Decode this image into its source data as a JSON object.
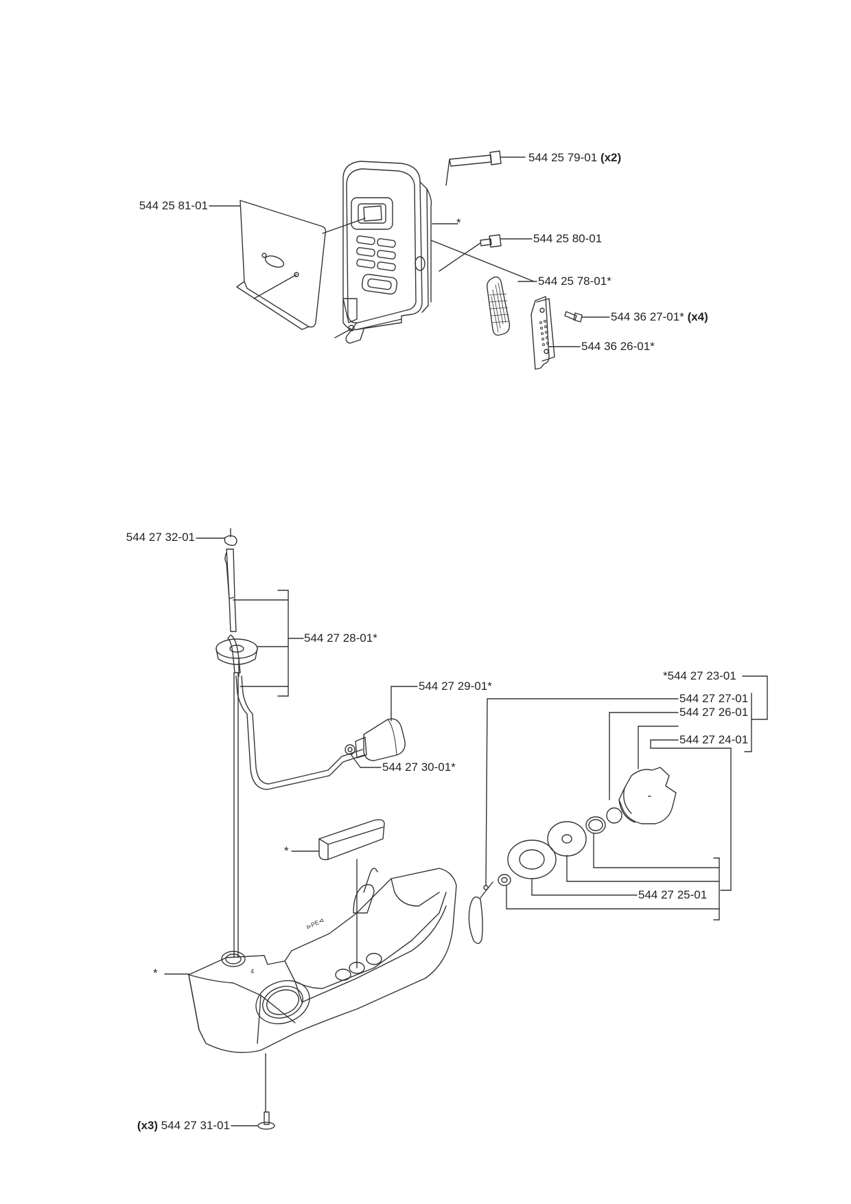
{
  "muffler": {
    "labels": [
      {
        "id": "bolt",
        "part": "544 25 79-01",
        "qty": "(x2)"
      },
      {
        "id": "gasket",
        "part": "544 25 81-01",
        "qty": ""
      },
      {
        "id": "muffler-star",
        "part": "*",
        "qty": ""
      },
      {
        "id": "screw",
        "part": "544 25 80-01",
        "qty": ""
      },
      {
        "id": "spark-screen",
        "part": "544 25 78-01*",
        "qty": ""
      },
      {
        "id": "small-screw",
        "part": "544 36 27-01*",
        "qty": "(x4)"
      },
      {
        "id": "cover-plate",
        "part": "544 36 26-01*",
        "qty": ""
      }
    ]
  },
  "fuel_tank": {
    "labels": [
      {
        "id": "clip",
        "part": "544 27 32-01",
        "qty": ""
      },
      {
        "id": "vent-hose-assy",
        "part": "544 27 28-01*",
        "qty": ""
      },
      {
        "id": "fuel-filter",
        "part": "544 27 29-01*",
        "qty": ""
      },
      {
        "id": "hose-clip",
        "part": "544 27 30-01*",
        "qty": ""
      },
      {
        "id": "cap-assy",
        "part": "*544 27 23-01",
        "qty": ""
      },
      {
        "id": "cap-part-27",
        "part": "544 27 27-01",
        "qty": ""
      },
      {
        "id": "cap-part-26",
        "part": "544 27 26-01",
        "qty": ""
      },
      {
        "id": "cap-part-24",
        "part": "544 27 24-01",
        "qty": ""
      },
      {
        "id": "cap-part-25",
        "part": "544 27 25-01",
        "qty": ""
      },
      {
        "id": "pad-star",
        "part": "*",
        "qty": ""
      },
      {
        "id": "tank-star",
        "part": "*",
        "qty": ""
      },
      {
        "id": "foot",
        "part": "544 27 31-01",
        "qty": "(x3)"
      }
    ]
  }
}
